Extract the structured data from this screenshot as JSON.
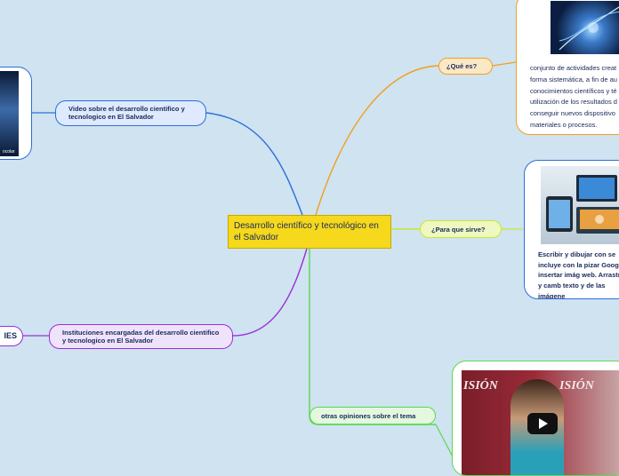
{
  "central": {
    "label": "Desarrollo  científico y tecnológico en el  Salvador"
  },
  "branches": {
    "que_es": {
      "label": "¿Qué es?",
      "detail": "conjunto de actividades creat forma sistemática, a fin de au conocimientos científicos y té utilización de los resultados d conseguir nuevos dispositivo materiales o procesos."
    },
    "para_que": {
      "label": "¿Para que sirve?",
      "detail": "Escribir y dibujar con se incluye con la pizar Google e insertar imág web. Arrastrar y camb texto y de las imágene"
    },
    "video": {
      "label": "Video sobre el desarrollo cientifico y tecnologico en El Salvador",
      "overlay": "ocolar"
    },
    "instituciones": {
      "label": "Instituciones encargadas del desarrollo cientifico y tecnologico en El Salvador",
      "child": "IES"
    },
    "otras": {
      "label": "otras opiniones sobre el tema",
      "video_title": "ISIÓN"
    }
  },
  "colors": {
    "background": "#cfe3f0",
    "central": "#f6d81c",
    "que_es": "#f0a020",
    "para_que": "#c8e830",
    "video": "#2a6fd8",
    "instituciones": "#9a2ed8",
    "otras": "#5cd850"
  }
}
